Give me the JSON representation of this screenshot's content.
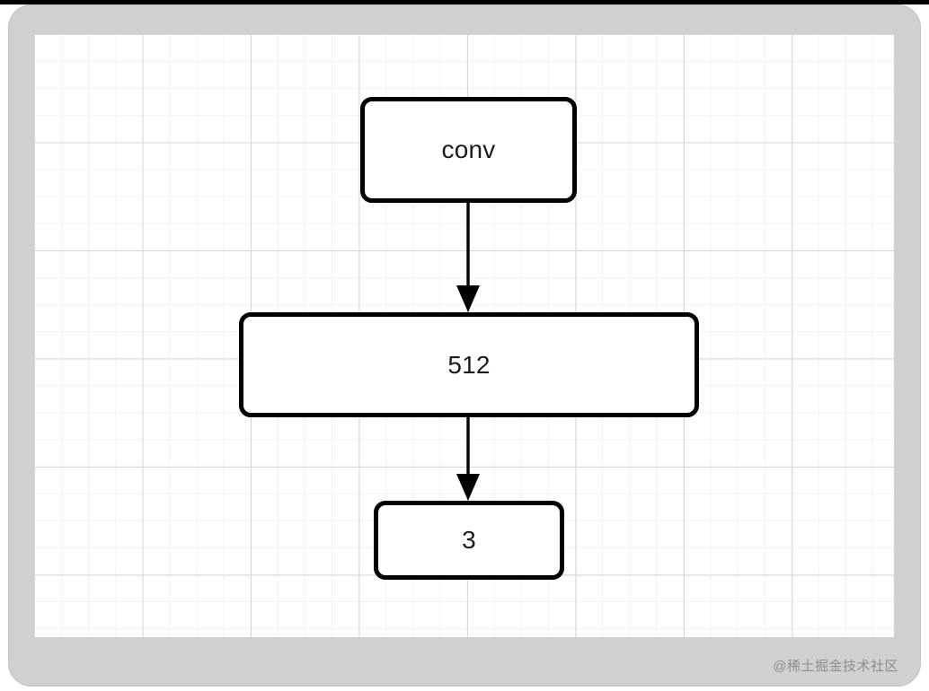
{
  "canvas": {
    "background_color": "#ffffff",
    "frame_color": "#cfd0d0",
    "grid_minor_color": "#f2f2f2",
    "grid_major_color": "#d6d6d6"
  },
  "diagram": {
    "type": "flowchart",
    "direction": "top-to-bottom",
    "node_stroke_color": "#000000",
    "node_fill_color": "#ffffff",
    "node_text_color": "#1c1c1c",
    "edge_color": "#000000",
    "nodes": [
      {
        "id": "conv",
        "label": "conv"
      },
      {
        "id": "n512",
        "label": "512"
      },
      {
        "id": "n3",
        "label": "3"
      }
    ],
    "edges": [
      {
        "from": "conv",
        "to": "n512",
        "arrowhead": "filled-triangle"
      },
      {
        "from": "n512",
        "to": "n3",
        "arrowhead": "filled-triangle"
      }
    ]
  },
  "watermark": {
    "text": "@稀土掘金技术社区",
    "color": "#8e8e8e"
  }
}
